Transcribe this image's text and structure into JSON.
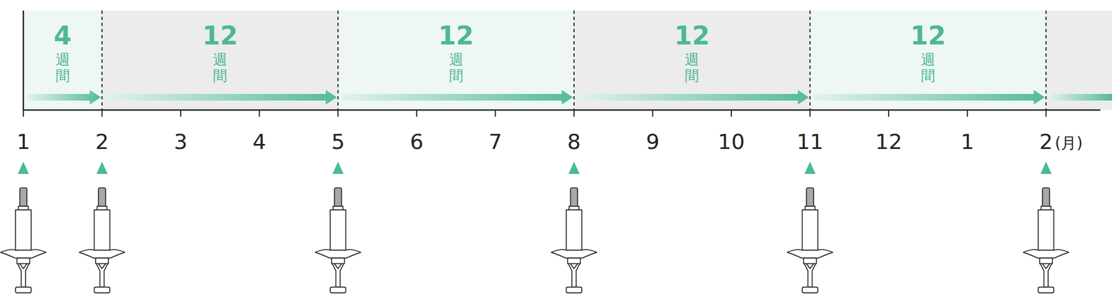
{
  "diagram": {
    "nodes": [
      {
        "text": [
          "4",
          "週間"
        ]
      },
      {
        "text": [
          "12",
          "週間"
        ]
      },
      {
        "text": [
          "12",
          "週間"
        ]
      },
      {
        "text": [
          "12",
          "週間"
        ]
      },
      {
        "text": [
          "12",
          "週間"
        ]
      }
    ],
    "labels": [
      "1",
      "2",
      "3",
      "4",
      "5",
      "6",
      "7",
      "8",
      "9",
      "10",
      "11",
      "12",
      "1",
      "2",
      "(月)"
    ]
  }
}
